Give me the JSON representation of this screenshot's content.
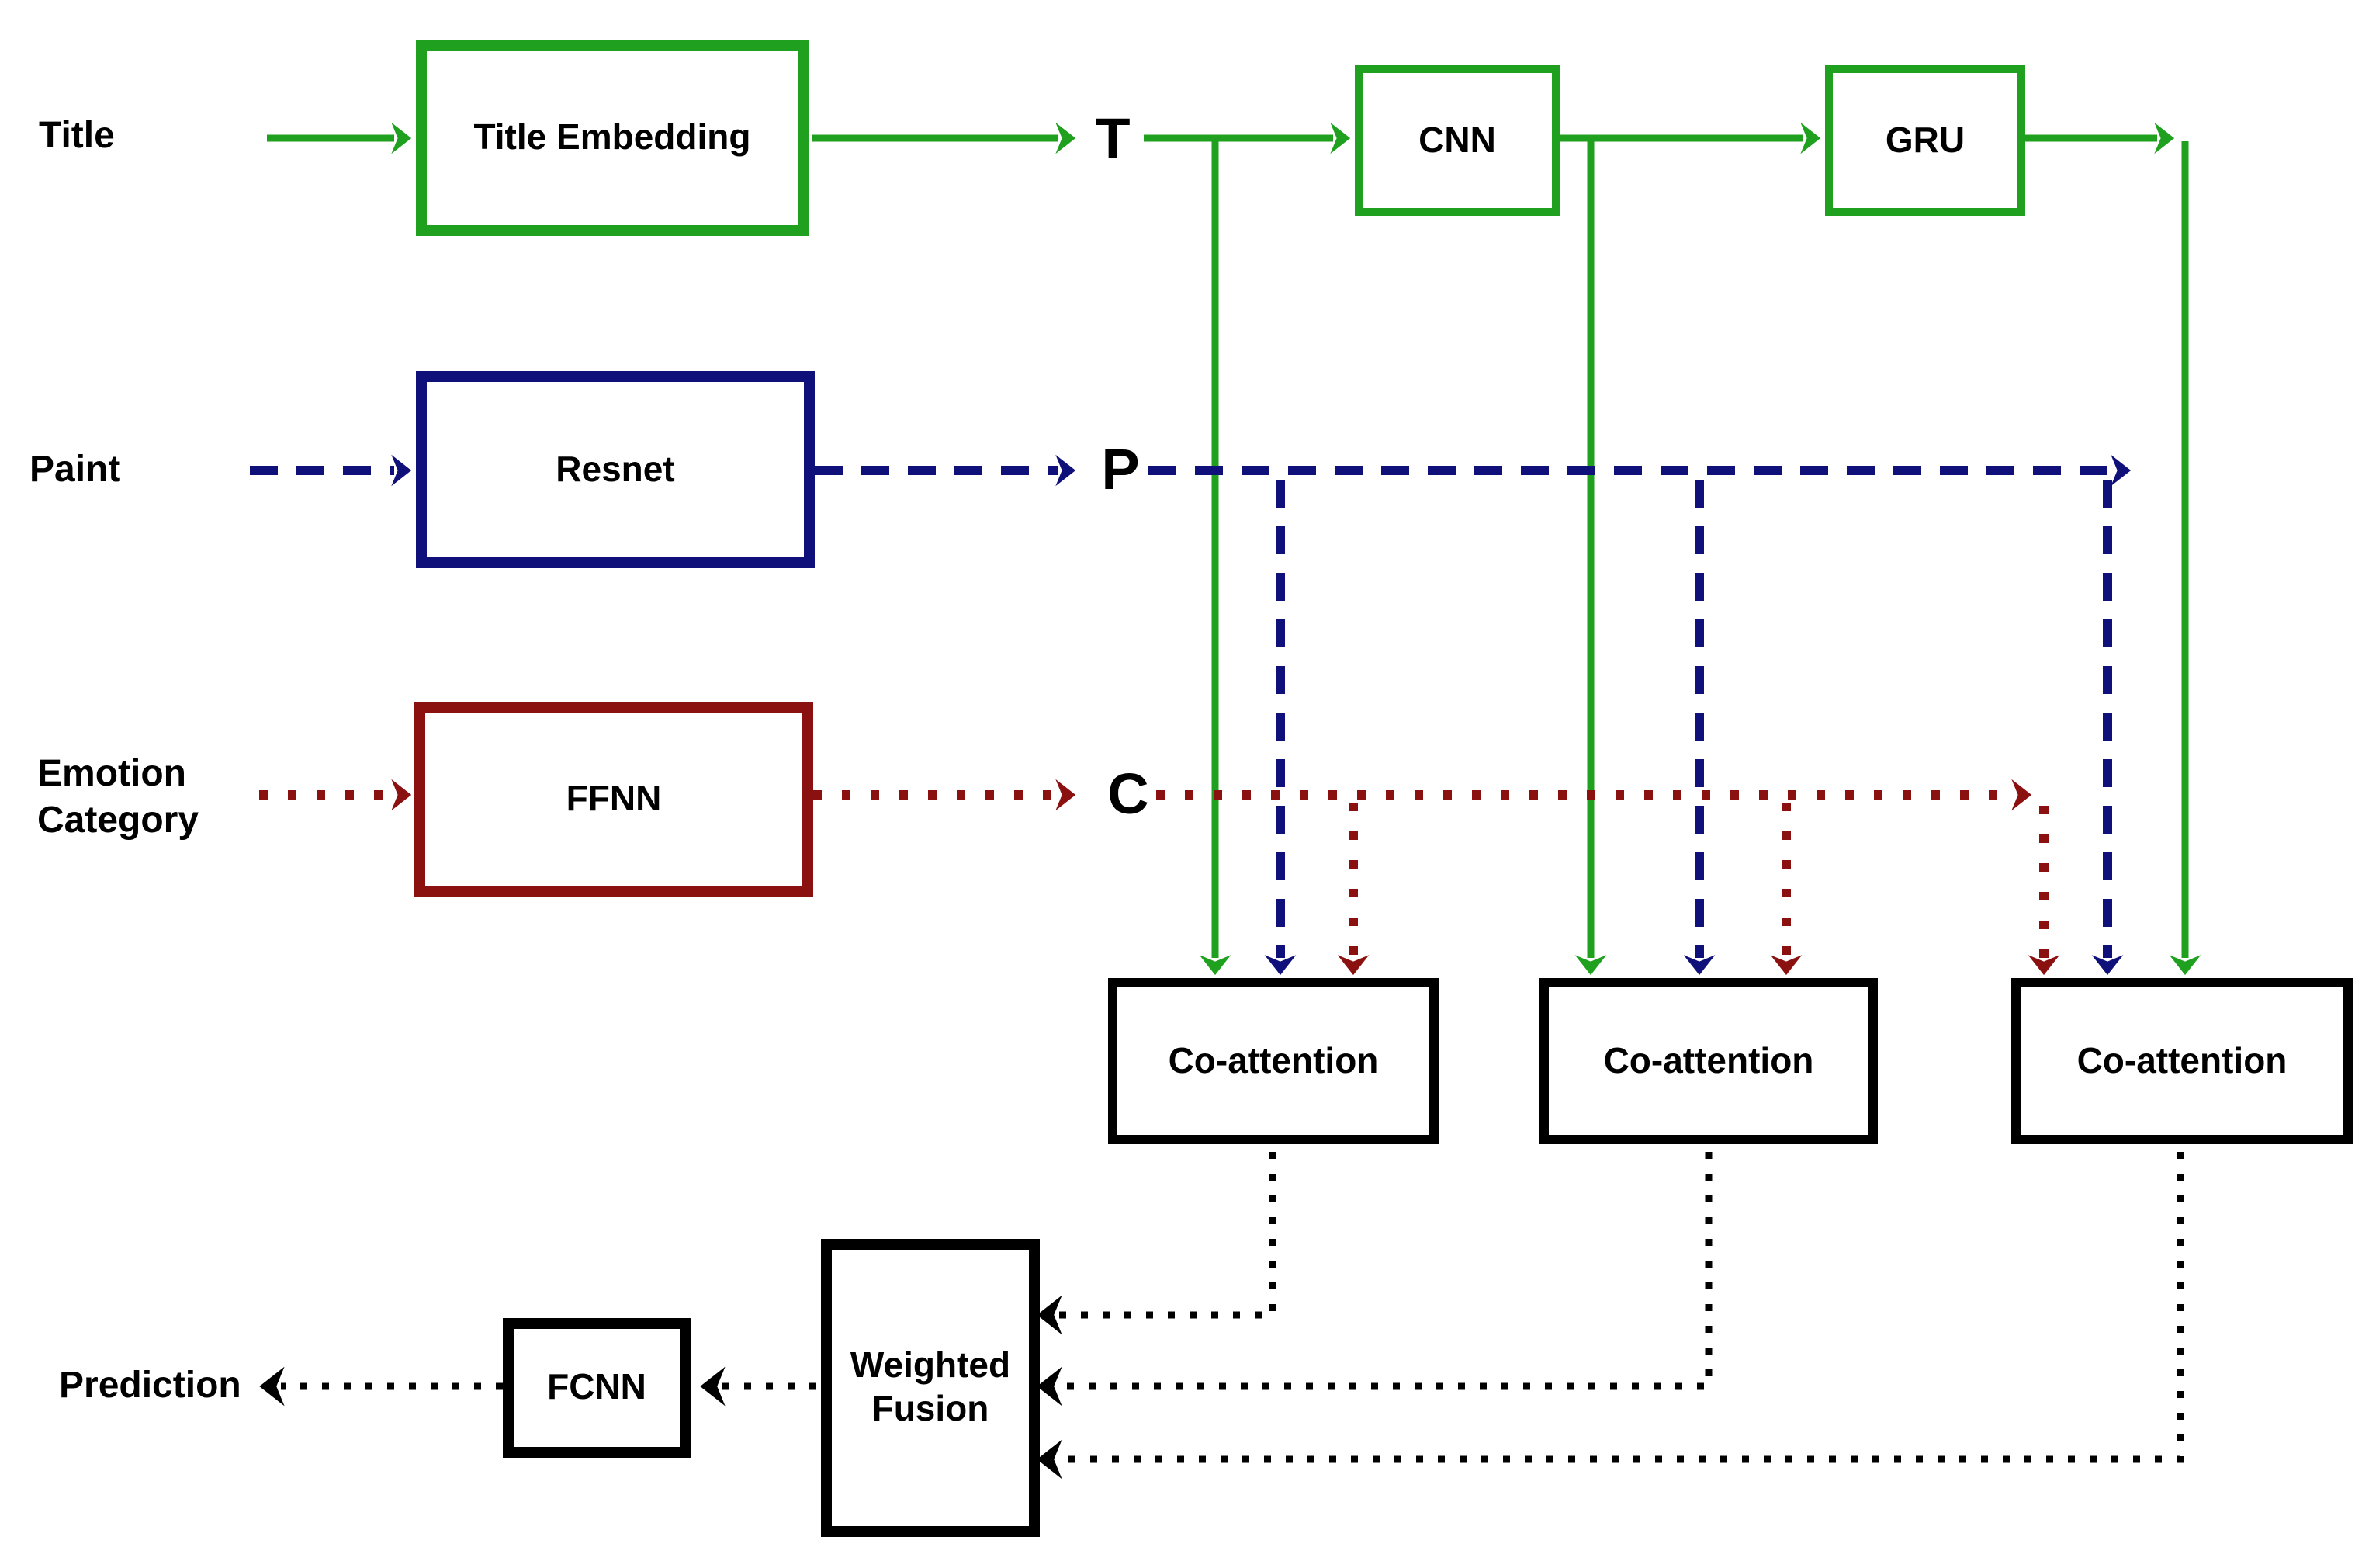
{
  "diagram": {
    "colors": {
      "title_stream_green": "#1FA11F",
      "paint_stream_blue": "#10107A",
      "emotion_stream_red": "#8B1010",
      "fusion_stream_black": "#000000",
      "background": "#FFFFFF"
    },
    "inputs": {
      "title": "Title",
      "paint": "Paint",
      "emotion": "Emotion\nCategory"
    },
    "encoders": {
      "title_embedding": "Title Embedding",
      "resnet": "Resnet",
      "ffnn": "FFNN"
    },
    "features": {
      "t": "T",
      "p": "P",
      "c": "C"
    },
    "sequence": {
      "cnn": "CNN",
      "gru": "GRU"
    },
    "attention": {
      "co_attention_1": "Co-attention",
      "co_attention_2": "Co-attention",
      "co_attention_3": "Co-attention"
    },
    "fusion": {
      "weighted_fusion": "Weighted\nFusion",
      "fcnn": "FCNN"
    },
    "output": {
      "prediction": "Prediction"
    }
  }
}
